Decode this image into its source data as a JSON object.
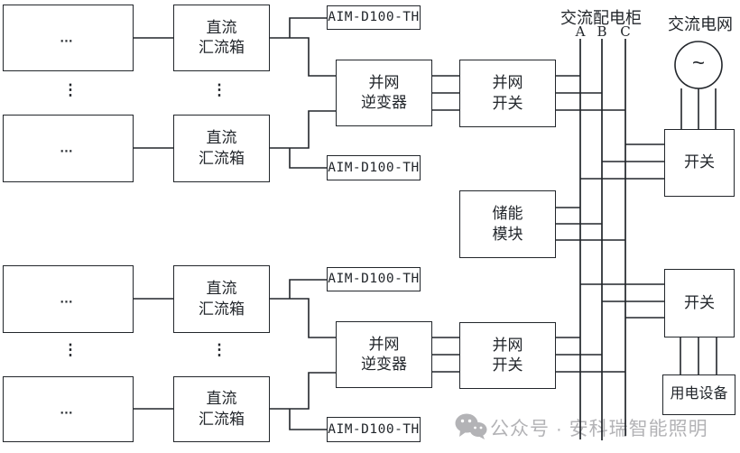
{
  "diagram": {
    "pv_group": {
      "dots_h": "…",
      "dots_v": "⋮"
    },
    "combiner": {
      "line1": "直流",
      "line2": "汇流箱"
    },
    "meter": {
      "label": "AIM-D100-TH"
    },
    "inverter": {
      "line1": "并网",
      "line2": "逆变器"
    },
    "grid_tie_switch": {
      "line1": "并网",
      "line2": "开关"
    },
    "storage": {
      "line1": "储能",
      "line2": "模块"
    },
    "ac_cabinet": {
      "label": "交流配电柜",
      "phases": [
        "A",
        "B",
        "C"
      ]
    },
    "ac_grid": {
      "label": "交流电网",
      "symbol": "~"
    },
    "switch": {
      "label": "开关"
    },
    "load": {
      "label": "用电设备"
    }
  },
  "watermark": {
    "text": "公众号 · 安科瑞智能照明"
  },
  "colors": {
    "line": "#22262b",
    "watermark": "#b3b3b6",
    "background": "#ffffff"
  }
}
